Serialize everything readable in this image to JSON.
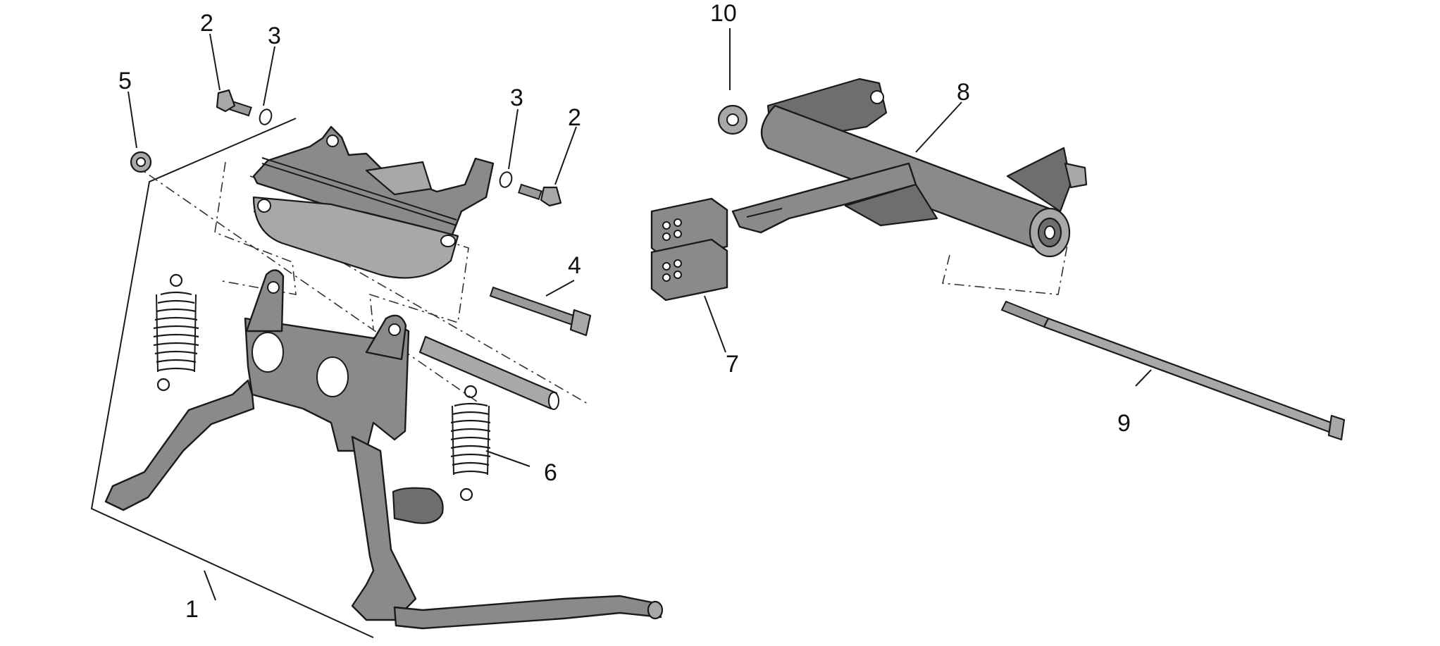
{
  "callouts": {
    "c1": "1",
    "c2a": "2",
    "c2b": "2",
    "c3a": "3",
    "c3b": "3",
    "c4": "4",
    "c5": "5",
    "c6": "6",
    "c7": "7",
    "c8": "8",
    "c9": "9",
    "c10": "10"
  }
}
